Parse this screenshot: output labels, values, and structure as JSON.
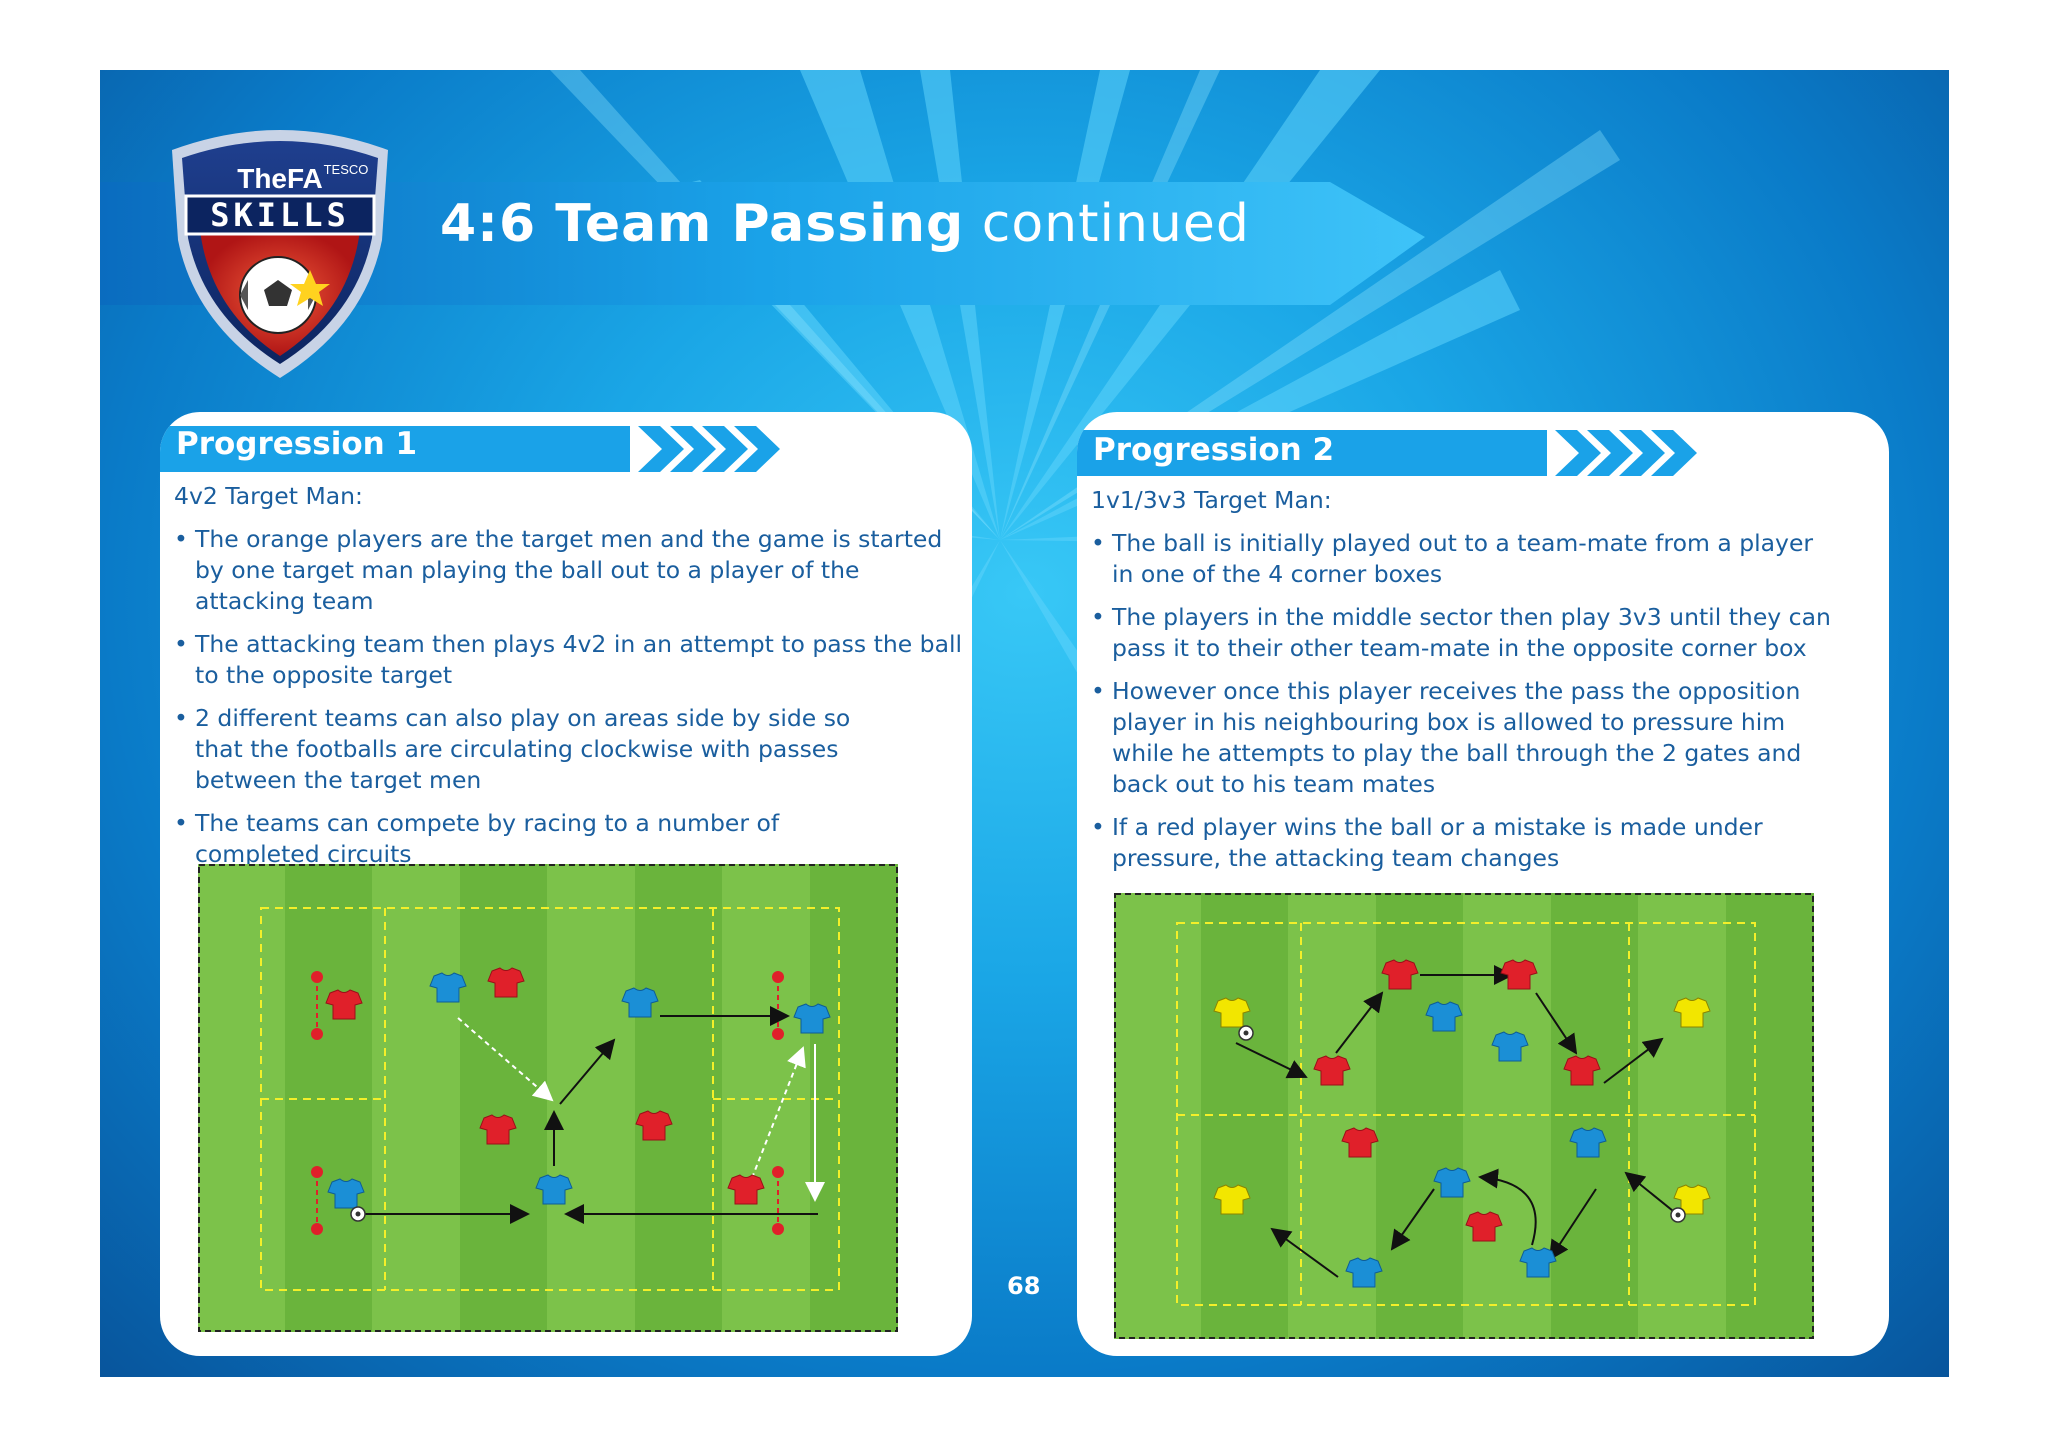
{
  "header": {
    "title_bold": "4:6 Team Passing",
    "title_light": "continued"
  },
  "logo": {
    "text_line1": "TheFA",
    "text_sponsor": "TESCO",
    "text_line2": "SKILLS"
  },
  "progression1": {
    "heading": "Progression 1",
    "intro": "4v2 Target Man:",
    "bullets": [
      "The orange players are the target men and the game is started by one target man playing the ball out to a player of the attacking team",
      "The attacking team then plays 4v2 in an attempt to pass the ball to the opposite target",
      "2 different teams can also play on areas side by side so that the footballs are circulating clockwise with passes between the target men",
      "The teams can compete by racing to a number of completed circuits"
    ]
  },
  "progression2": {
    "heading": "Progression 2",
    "intro": "1v1/3v3 Target Man:",
    "bullets": [
      "The ball is initially played out to a team-mate from a player in one of the 4 corner boxes",
      "The players in the middle sector then play 3v3 until they can pass it to their other team-mate in the opposite corner box",
      "However once this player receives the pass the opposition player in his neighbouring box is allowed to pressure him while he attempts to play the ball through the 2 gates and back out to his team mates",
      "If a red player wins the ball or a mistake is made under pressure, the attacking team changes"
    ]
  },
  "page_number": "68",
  "colors": {
    "text_blue": "#1a5e9e",
    "pitch_light": "#7cc24a",
    "pitch_dark": "#6ab43c",
    "player_blue": "#1b8fd6",
    "player_red": "#e0202a",
    "player_yellow": "#f2e600"
  },
  "icons": {
    "shirt": "shirt-icon",
    "ball": "football-icon",
    "gate": "gate-icon"
  }
}
